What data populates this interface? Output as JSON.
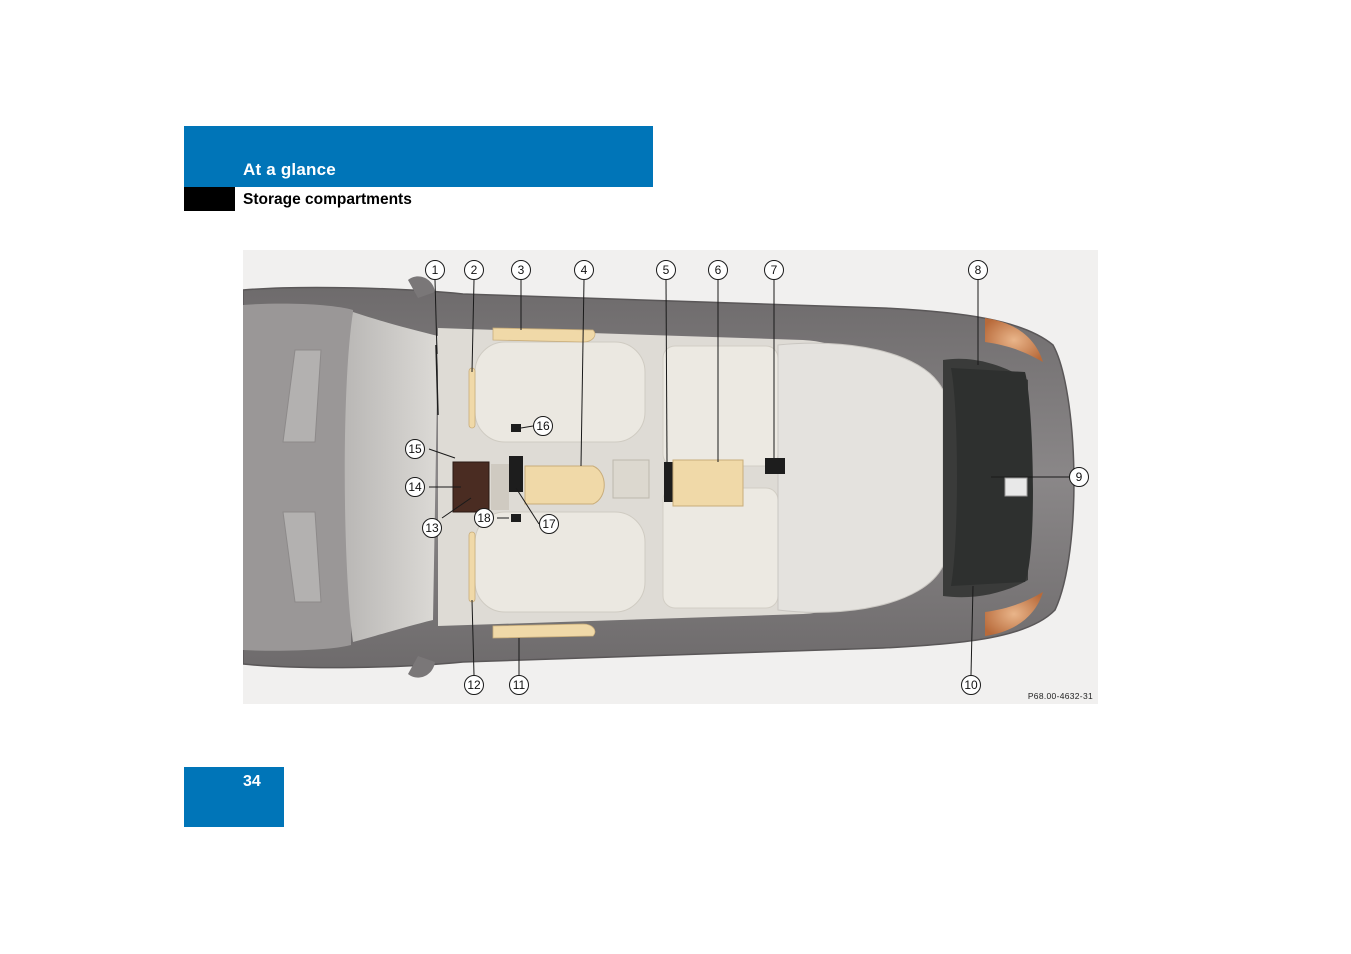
{
  "header": {
    "section_title": "At a glance",
    "subsection_title": "Storage compartments"
  },
  "figure": {
    "code": "P68.00-4632-31",
    "callouts": [
      "1",
      "2",
      "3",
      "4",
      "5",
      "6",
      "7",
      "8",
      "9",
      "10",
      "11",
      "12",
      "13",
      "14",
      "15",
      "16",
      "17",
      "18"
    ]
  },
  "footer": {
    "page_number": "34"
  },
  "colors": {
    "brand_blue": "#0075b8",
    "compartment_beige": "#f0d9a8",
    "trunk_dark": "#2e302f"
  }
}
